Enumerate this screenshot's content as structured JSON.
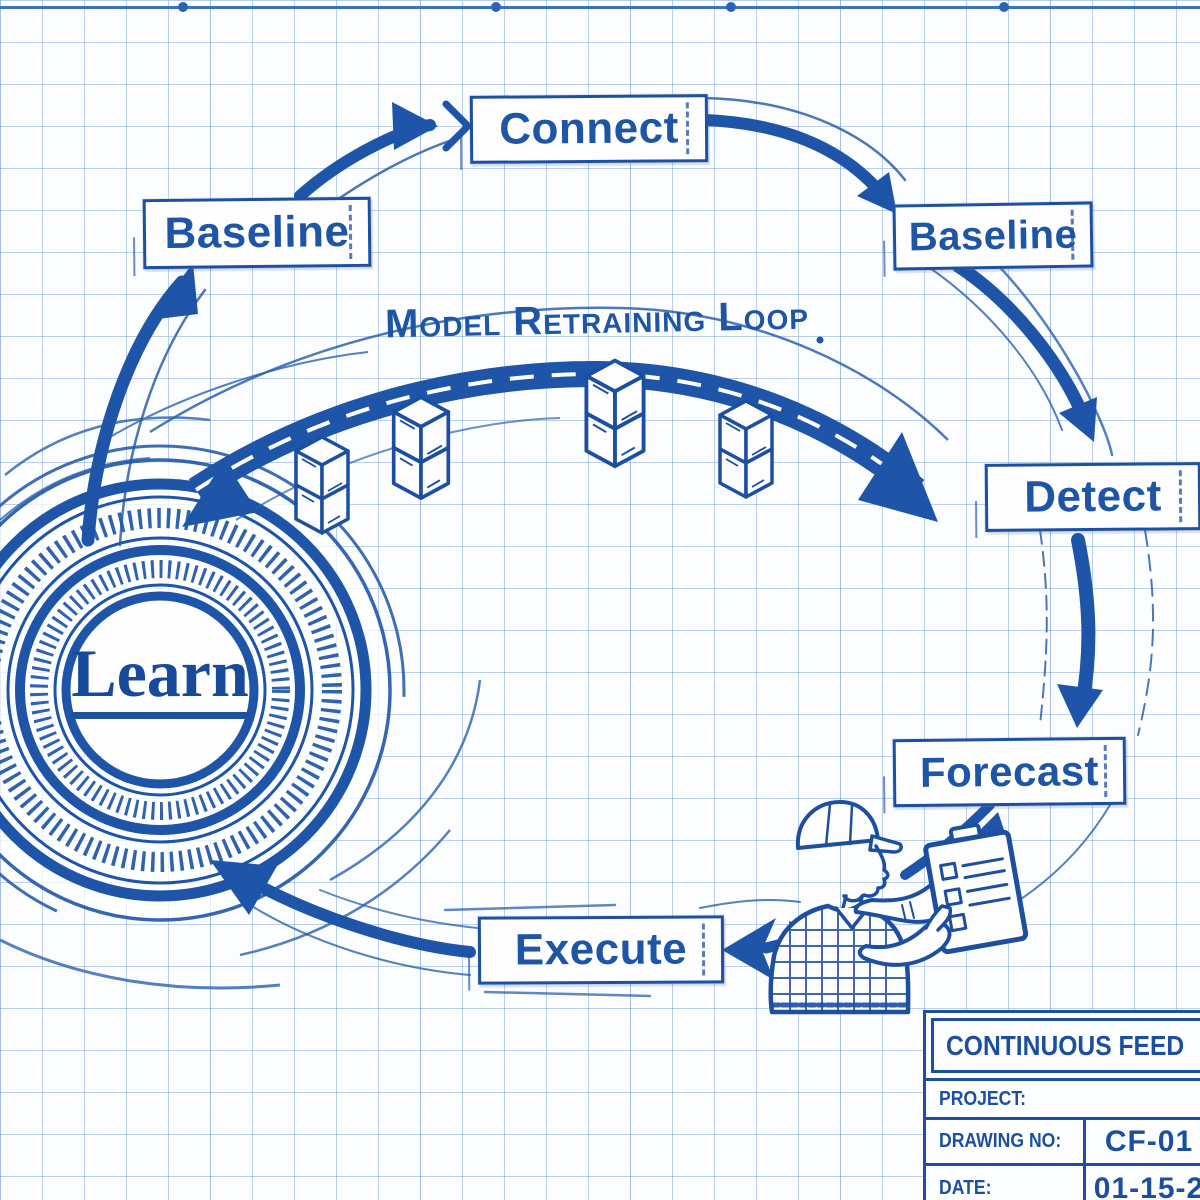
{
  "diagram": {
    "loop_title": "Model Retraining Loop",
    "center_node": {
      "label": "Learn"
    },
    "nodes": [
      {
        "id": "connect",
        "label": "Connect"
      },
      {
        "id": "baseline-left",
        "label": "Baseline"
      },
      {
        "id": "baseline-right",
        "label": "Baseline"
      },
      {
        "id": "detect",
        "label": "Detect"
      },
      {
        "id": "forecast",
        "label": "Forecast"
      },
      {
        "id": "execute",
        "label": "Execute"
      }
    ],
    "edges": [
      {
        "from": "Learn",
        "to": "Baseline"
      },
      {
        "from": "Baseline",
        "to": "Connect"
      },
      {
        "from": "Connect",
        "to": "Baseline"
      },
      {
        "from": "Baseline",
        "to": "Detect"
      },
      {
        "from": "Detect",
        "to": "Forecast"
      },
      {
        "from": "Forecast",
        "to": "Execute"
      },
      {
        "from": "Execute",
        "to": "Learn"
      }
    ],
    "icons": [
      "conveyor-belt-icon",
      "package-box-icon",
      "learn-rings-icon",
      "worker-clipboard-icon",
      "arrow-icon"
    ]
  },
  "title_block": {
    "title": "CONTINUOUS FEED",
    "rows": [
      {
        "label": "PROJECT:",
        "value": ""
      },
      {
        "label": "DRAWING NO:",
        "value": "CF-01"
      },
      {
        "label": "DATE:",
        "value": "01-15-2"
      }
    ]
  },
  "colors": {
    "ink": "#1e55a8",
    "ink_dark": "#174a9b",
    "grid": "#c6d7ee",
    "background": "#fcfdff"
  }
}
